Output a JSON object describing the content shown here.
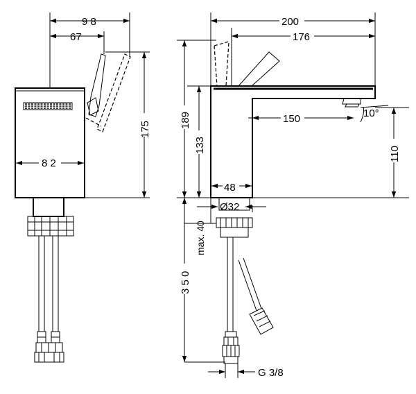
{
  "dimensions": {
    "side_width_top": "9 8",
    "side_lever_offset": "67",
    "side_body_width": "8 2",
    "side_height": "175",
    "front_total_length": "200",
    "front_lever_reach": "176",
    "front_spout_reach": "150",
    "front_spout_angle": "10°",
    "front_overall_height": "189",
    "front_body_height": "133",
    "front_spout_height": "110",
    "front_base_width": "48",
    "front_hole_diameter": "Ø32",
    "front_max_deck": "max. 40",
    "front_hose_length": "3 5 0",
    "front_connection": "G 3/8"
  }
}
